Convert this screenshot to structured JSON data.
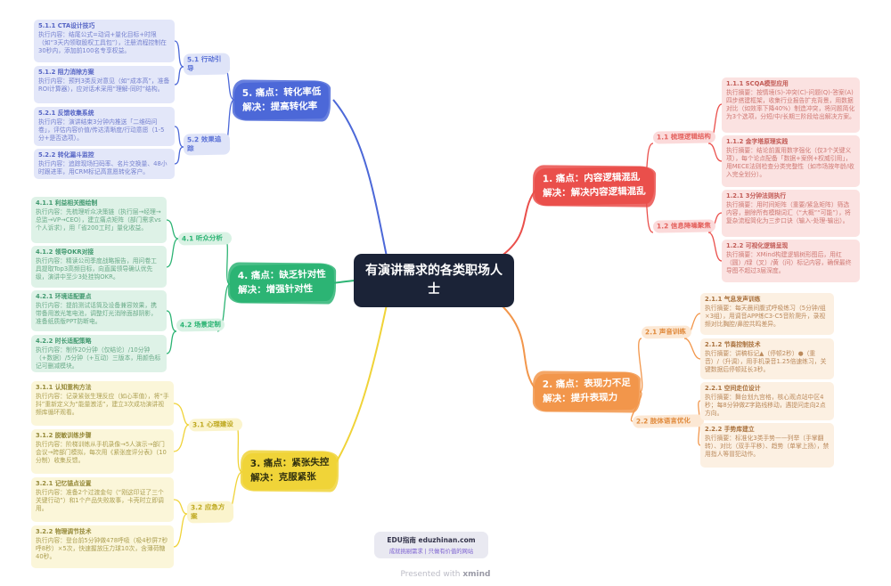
{
  "central": {
    "label": "有演讲需求的各类职场人士"
  },
  "branches": [
    {
      "name": "content-logic",
      "color": "#ea4f4b",
      "label_line1": "1. 痛点：内容逻辑混乱",
      "label_line2": "解决：解决内容逻辑混乱",
      "subs": [
        {
          "label": "1.1 梳理逻辑结构"
        },
        {
          "label": "1.2 信息降噪聚焦"
        }
      ],
      "leaves": [
        {
          "title": "1.1.1 SCQA模型应用",
          "body": "执行摘要：按情境(S)-冲突(C)-问题(Q)-答案(A)四步搭建框架，收集行业报告扩充背景，用数据对比（如效率下降40%）制造冲突，将问题简化为3个选项，分短/中/长期三阶段给出解决方案。"
        },
        {
          "title": "1.1.2 金字塔原理实践",
          "body": "执行摘要：结论前置用数字强化（仅3个关键义项），每个论点配备「数据+案例+权威引用」，用MECE法则检查分类完整性（如市场按年龄/收入完全划分）。"
        },
        {
          "title": "1.2.1 3分钟法则执行",
          "body": "执行摘要：用时间矩阵（重要/紧急矩阵）筛选内容，删除所有模糊词汇（“大概”“可能”），将复杂流程简化为三步口诀（输入-处理-输出）。"
        },
        {
          "title": "1.2.2 可视化逻辑呈现",
          "body": "执行摘要：XMind构建逻辑树形图后，用红（圆）/绿（叉）/黄（问）标记内容，确保最终导图不超过3层深度。"
        }
      ]
    },
    {
      "name": "expressiveness",
      "color": "#f2964b",
      "label_line1": "2. 痛点：表现力不足",
      "label_line2": "解决：提升表现力",
      "subs": [
        {
          "label": "2.1 声音训练"
        },
        {
          "label": "2.2 肢体语言优化"
        }
      ],
      "leaves": [
        {
          "title": "2.1.1 气息发声训练",
          "body": "执行摘要：每天晨间腹式呼吸练习（5分钟/组×3组），用调音APP练C3-C5音阶爬升，录视频对比胸腔/鼻腔共鸣差异。"
        },
        {
          "title": "2.1.2 节奏控制技术",
          "body": "执行摘要：讲稿标记▲（停顿2秒）●（重音）/（升调），用手机录音1.25倍速练习，关键数据后停顿延长3秒。"
        },
        {
          "title": "2.2.1 空间走位设计",
          "body": "执行摘要：舞台划九宫格，核心观点站中区4秒；每8分钟做Z字路线移动，遇提问走向2点方向。"
        },
        {
          "title": "2.2.2 手势库建立",
          "body": "执行摘要：标准化3类手势——列举（手掌翻转）、对比（双手平移）、趋势（单掌上扬），禁用指人等冒犯动作。"
        }
      ]
    },
    {
      "name": "nervousness",
      "color": "#f0d338",
      "label_line1": "3. 痛点：紧张失控",
      "label_line2": "解决：克服紧张",
      "subs": [
        {
          "label": "3.1 心理建设"
        },
        {
          "label": "3.2 应急方案"
        }
      ],
      "leaves": [
        {
          "title": "3.1.1 认知重构方法",
          "body": "执行内容：记录紧张生理反应（如心率值），将“手抖”重新定义为“能量激活”，建立3次成功演讲视频库循环观看。"
        },
        {
          "title": "3.1.2 脱敏训练步骤",
          "body": "执行内容：阶梯训练从手机录像→5人演示→部门会议→跨部门模拟，每次用《紧张度评分表》（10分制）收集反馈。"
        },
        {
          "title": "3.2.1 记忆锚点设置",
          "body": "执行内容：准备2个过渡金句（“刚这印证了三个关键行动”）和1个产品失败故事，卡壳时立即调用。"
        },
        {
          "title": "3.2.2 物理调节技术",
          "body": "执行内容：登台前5分钟做478呼吸（吸4秒屏7秒呼8秒）×5次，快速握放压力球10次，含薄荷糖40秒。"
        }
      ]
    },
    {
      "name": "targeting",
      "color": "#2db474",
      "label_line1": "4. 痛点：缺乏针对性",
      "label_line2": "解决：增强针对性",
      "subs": [
        {
          "label": "4.1 听众分析"
        },
        {
          "label": "4.2 场景定制"
        }
      ],
      "leaves": [
        {
          "title": "4.1.1 利益相关图绘制",
          "body": "执行内容：先梳理听众决策链（执行层→经理→总监→VP→CEO），建立痛点矩阵（部门需求vs个人诉求），用「省200工时」量化收益。"
        },
        {
          "title": "4.1.2 领导OKR对接",
          "body": "执行内容：精读公司季度战略报告，用问卷工具提取Top3高频目标，向直属领导确认优先级，演讲中至少3处挂钩OKR。"
        },
        {
          "title": "4.2.1 环境适配要点",
          "body": "执行内容：提前测试话筒及设备兼容效果，携带备用激光笔电池，调整灯光消除面部阴影，准备纸质版PPT防断电。"
        },
        {
          "title": "4.2.2 时长适配策略",
          "body": "执行内容：制作20分钟（仅结论）/10分钟（+数据）/5分钟（+互动）三版本，用颜色标记可删减模块。"
        }
      ]
    },
    {
      "name": "conversion",
      "color": "#4c68d8",
      "label_line1": "5. 痛点：转化率低",
      "label_line2": "解决：提高转化率",
      "subs": [
        {
          "label": "5.1 行动引导"
        },
        {
          "label": "5.2 效果追踪"
        }
      ],
      "leaves": [
        {
          "title": "5.1.1 CTA设计技巧",
          "body": "执行内容：结尾公式=动词+量化目标+时限（如“3天内领取股权工具包”），注册流程控制在30秒内，添加前100名专享权益。"
        },
        {
          "title": "5.1.2 阻力消除方案",
          "body": "执行内容：预判3类反对意见（如“成本高”，准备ROI计算器），应对话术采用“理解-同时”结构。"
        },
        {
          "title": "5.2.1 反馈收集系统",
          "body": "执行内容：演讲结束3分钟内推送「二维码问卷」，评估内容价值/传达清晰度/行动意愿（1-5分+是否选项）。"
        },
        {
          "title": "5.2.2 转化漏斗监控",
          "body": "执行内容：追踪现场扫码率、名片交换量、48小时跟进率，用CRM标记高意愿转化客户。"
        }
      ]
    }
  ],
  "footer": {
    "site_name": "EDU指南",
    "domain": "eduzhinan.com",
    "tagline": "成就挑剔需求 | 只做有价值的网站"
  },
  "watermark": {
    "prefix": "Presented with",
    "brand": "xmind"
  }
}
